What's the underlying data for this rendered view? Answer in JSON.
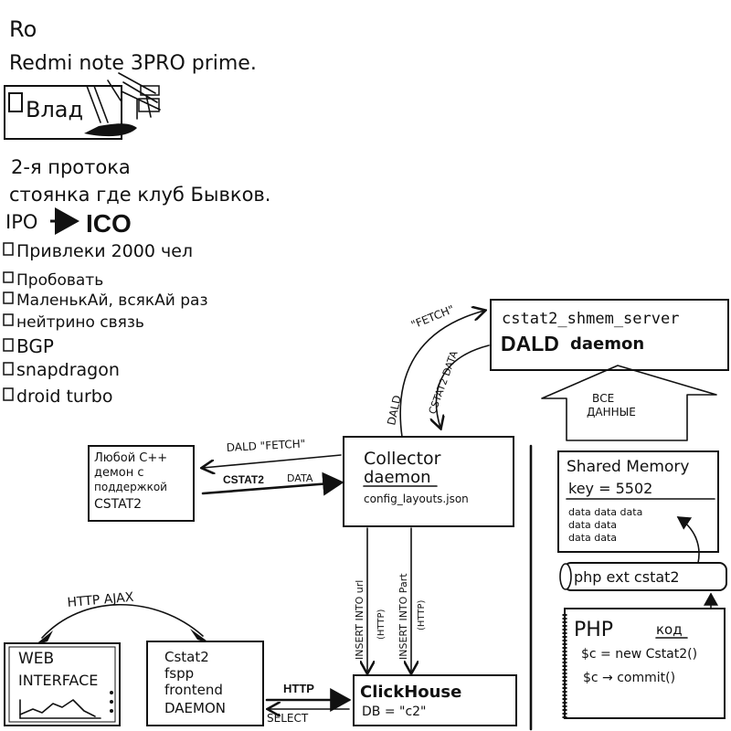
{
  "notes": {
    "lines": [
      "Ro",
      "Redmi note 3PRO prime.",
      "Влад",
      "2-я протока",
      "стоянка где клуб Бывков.",
      "IPO",
      "ICO"
    ],
    "checklist": [
      "Привлеки 2000 чел",
      "Пробовать",
      "МаленькАй, всякАй раз",
      "нейтрино связь",
      "BGP",
      "snapdragon",
      "droid turbo"
    ]
  },
  "diagram": {
    "shmem_server": {
      "line1": "cstat2_shmem_server",
      "line2_bold": "DALD",
      "line2_rest": "daemon"
    },
    "arrow_fetch": "\"FETCH\"",
    "arrow_dald": "DALD",
    "arrow_cstat2_data": "CSTAT2 DATA",
    "big_arrow": [
      "ВСЕ",
      "ДАННЫЕ"
    ],
    "collector": {
      "title": "Collector",
      "subtitle": "daemon",
      "file": "config_layouts.json"
    },
    "any_daemon": [
      "Любой C++",
      "демон с",
      "поддержкой",
      "CSTAT2"
    ],
    "dald_fetch_label": "DALD \"FETCH\"",
    "cstat2_data_label_bold": "CSTAT2",
    "cstat2_data_label_rest": "DATA",
    "shared_memory": {
      "title": "Shared Memory",
      "key": "key = 5502",
      "data": [
        "data data data",
        "data data",
        "data data"
      ]
    },
    "php_ext": "php ext cstat2",
    "php_code": {
      "title": "PHP",
      "suffix": "код",
      "line1": "$c = new Cstat2()",
      "line2": "$c → commit()"
    },
    "insert_url": "INSERT INTO url",
    "insert_url_paren": "(HTTP)",
    "insert_part": "INSERT INTO Part",
    "insert_part_paren": "(HTTP)",
    "clickhouse": {
      "title": "ClickHouse",
      "db": "DB = \"c2\""
    },
    "http_label": "HTTP",
    "select_label": "SELECT",
    "http_ajax": "HTTP AJAX",
    "web_interface": [
      "WEB",
      "INTERFACE"
    ],
    "frontend": [
      "Cstat2",
      "fspp",
      "frontend",
      "DAEMON"
    ]
  }
}
